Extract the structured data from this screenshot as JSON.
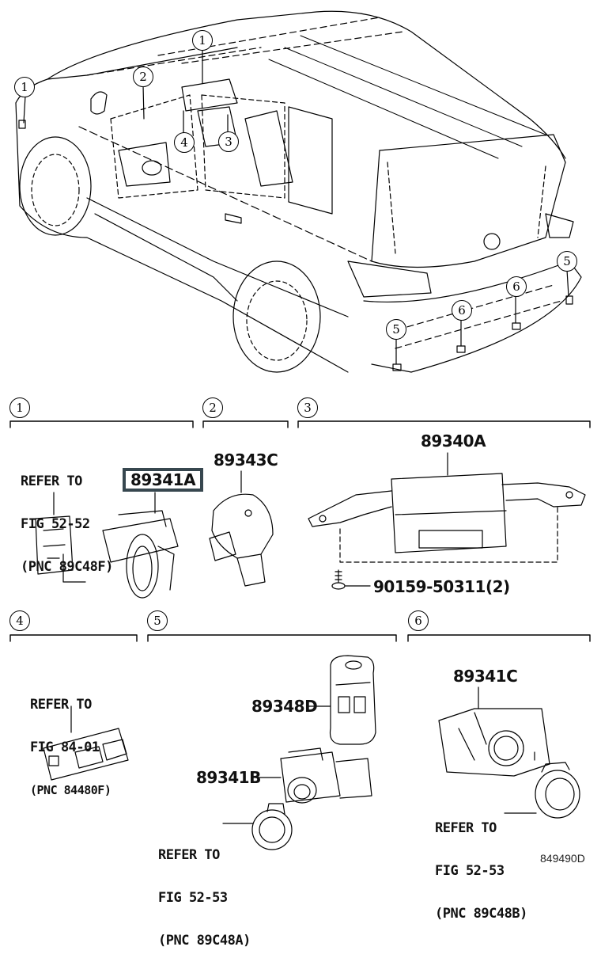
{
  "diagram": {
    "figure_code": "849490D",
    "highlight_color": "#37474f",
    "overview_callouts": [
      "1",
      "1",
      "2",
      "3",
      "4",
      "5",
      "5",
      "6",
      "6"
    ],
    "sections": [
      {
        "number": "1",
        "refer": [
          "REFER TO",
          "FIG 52-52",
          "(PNC 89C48F)"
        ],
        "parts": [
          {
            "code": "89341A",
            "highlighted": true
          }
        ]
      },
      {
        "number": "2",
        "parts": [
          {
            "code": "89343C"
          }
        ]
      },
      {
        "number": "3",
        "parts": [
          {
            "code": "89340A"
          },
          {
            "code": "90159-50311(2)"
          }
        ]
      },
      {
        "number": "4",
        "refer": [
          "REFER TO",
          "FIG 84-01",
          "(PNC 84480F)"
        ]
      },
      {
        "number": "5",
        "parts": [
          {
            "code": "89348D"
          },
          {
            "code": "89341B"
          }
        ],
        "refer": [
          "REFER TO",
          "FIG 52-53",
          "(PNC 89C48A)"
        ]
      },
      {
        "number": "6",
        "parts": [
          {
            "code": "89341C"
          }
        ],
        "refer": [
          "REFER TO",
          "FIG 52-53",
          "(PNC 89C48B)"
        ]
      }
    ]
  }
}
